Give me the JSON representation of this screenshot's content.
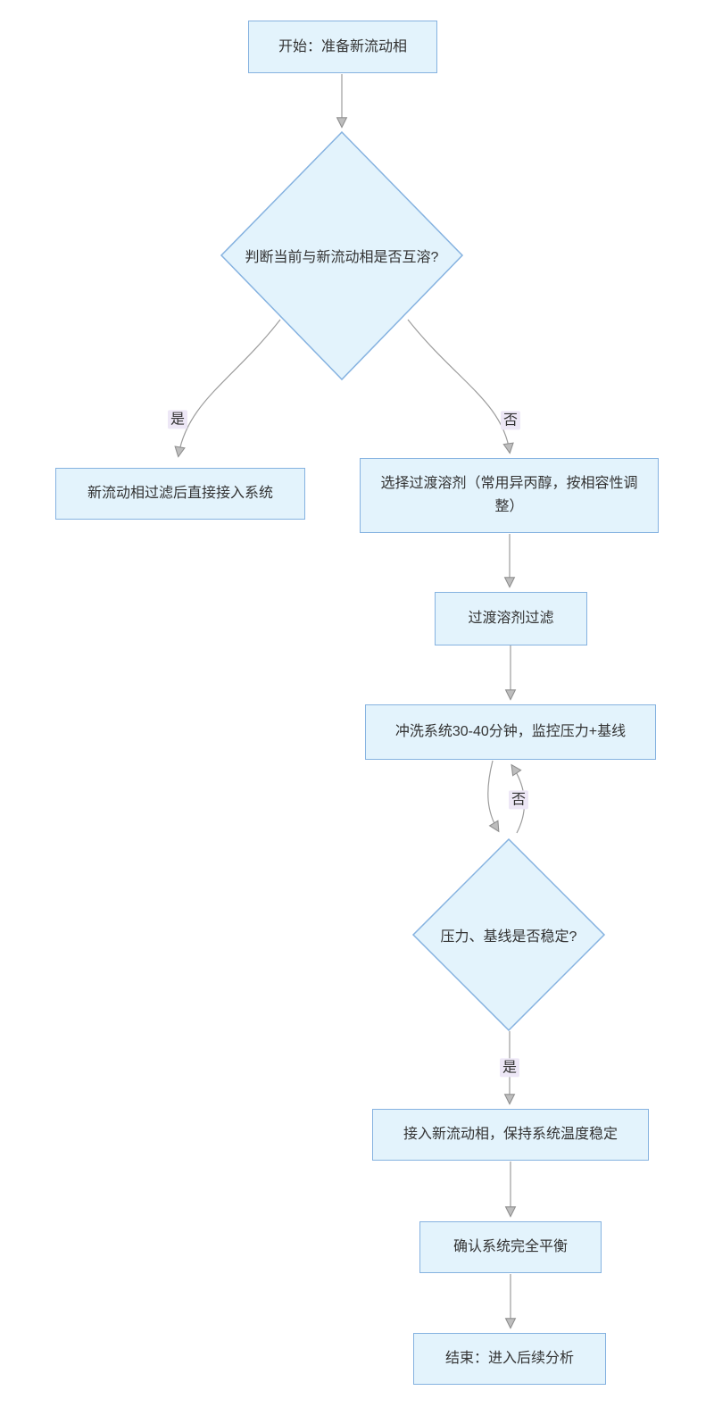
{
  "diagram": {
    "type": "flowchart",
    "colors": {
      "node_fill": "#e3f3fc",
      "node_border": "#85b2e0",
      "edge_line": "#9c9c9c",
      "arrowhead_fill": "#bdbdbd",
      "edge_label_bg": "#ede7f6",
      "text": "#333333",
      "background": "#ffffff"
    },
    "nodes": {
      "start": {
        "label": "开始：准备新流动相"
      },
      "decision_miscible": {
        "label": "判断当前与新流动相是否互溶?"
      },
      "direct_connect": {
        "label": "新流动相过滤后直接接入系统"
      },
      "transition_solvent": {
        "label": "选择过渡溶剂（常用异丙醇，按相容性调整）"
      },
      "filter_transition": {
        "label": "过渡溶剂过滤"
      },
      "flush_system": {
        "label": "冲洗系统30-40分钟，监控压力+基线"
      },
      "decision_stable": {
        "label": "压力、基线是否稳定?"
      },
      "connect_new": {
        "label": "接入新流动相，保持系统温度稳定"
      },
      "confirm_balance": {
        "label": "确认系统完全平衡"
      },
      "end": {
        "label": "结束：进入后续分析"
      }
    },
    "edge_labels": {
      "yes1": "是",
      "no1": "否",
      "no2": "否",
      "yes2": "是"
    }
  }
}
